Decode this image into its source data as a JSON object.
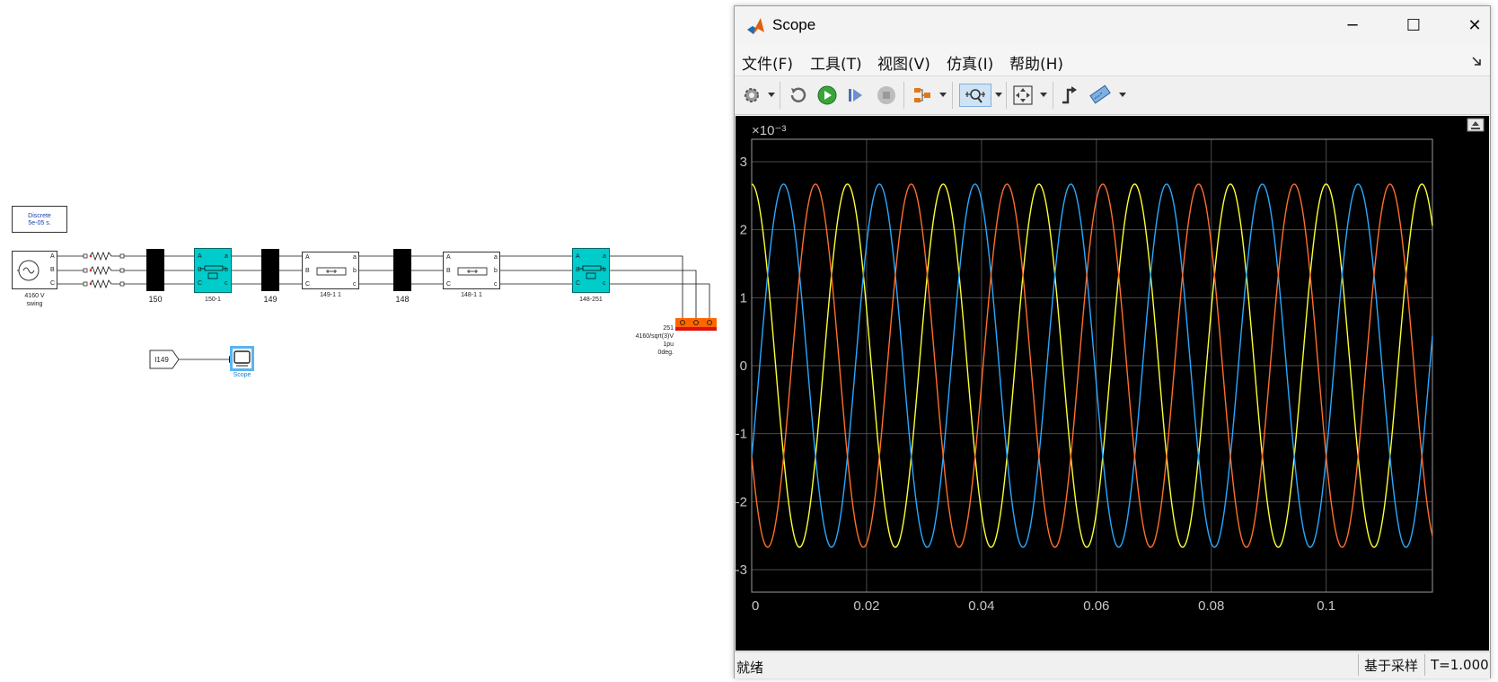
{
  "model": {
    "powergui_line1": "Discrete",
    "powergui_line2": "5e-05 s.",
    "source_label_line1": "4160 V",
    "source_label_line2": "swing",
    "bus_150": "150",
    "bus_149": "149",
    "bus_148": "148",
    "line_150_1": "150-1",
    "line_149_1": "149-1 1",
    "line_148_1": "148-1 1",
    "line_148_251": "148-251",
    "load_label_line1": "251",
    "load_label_line2": "4160/sqrt(3)V",
    "load_label_line3": "1pu",
    "load_label_line4": "0deg.",
    "goto_tag": "I149",
    "scope_label": "Scope",
    "port_A": "A",
    "port_B": "B",
    "port_C": "C",
    "port_a": "a",
    "port_b": "b",
    "port_c": "c"
  },
  "window": {
    "title": "Scope",
    "minimize_glyph": "─",
    "maximize_glyph": "☐",
    "close_glyph": "✕",
    "menus": [
      "文件(F)",
      "工具(T)",
      "视图(V)",
      "仿真(I)",
      "帮助(H)"
    ],
    "toolbar_icons": [
      "gear-icon",
      "restore-icon",
      "run-icon",
      "step-forward-icon",
      "stop-icon",
      "signal-select-icon",
      "zoom-icon",
      "fit-to-view-icon",
      "trigger-icon",
      "measure-icon"
    ]
  },
  "status": {
    "left": "就绪",
    "mode": "基于采样",
    "time": "T=1.000"
  },
  "colors": {
    "phase_a": "#ffff33",
    "phase_b": "#2aa8ff",
    "phase_c": "#ff6e2e",
    "bus_fill": "#000000",
    "line_fill": "#00cccc",
    "load_fill": "#ff6600",
    "plot_bg": "#000000",
    "grid": "#4a4a4a",
    "axis_text": "#c8c8c8"
  },
  "chart_data": {
    "type": "line",
    "title": "",
    "xlabel": "",
    "ylabel": "",
    "exponent_label": "×10⁻³",
    "xlim": [
      0,
      0.1185
    ],
    "ylim": [
      -3.33,
      3.33
    ],
    "x_ticks": [
      "0",
      "0.02",
      "0.04",
      "0.06",
      "0.08",
      "0.1"
    ],
    "x_tick_values": [
      0,
      0.02,
      0.04,
      0.06,
      0.08,
      0.1
    ],
    "y_ticks": [
      "3",
      "2",
      "1",
      "0",
      "-1",
      "-2",
      "-3"
    ],
    "y_tick_values": [
      3,
      2,
      1,
      0,
      -1,
      -2,
      -3
    ],
    "grid": true,
    "waveform": "sine",
    "frequency_hz": 60,
    "amplitude": 2.67,
    "series": [
      {
        "color": "#ffff33",
        "phase_deg": 90
      },
      {
        "color": "#2aa8ff",
        "phase_deg": -30
      },
      {
        "color": "#ff6e2e",
        "phase_deg": 210
      }
    ]
  }
}
